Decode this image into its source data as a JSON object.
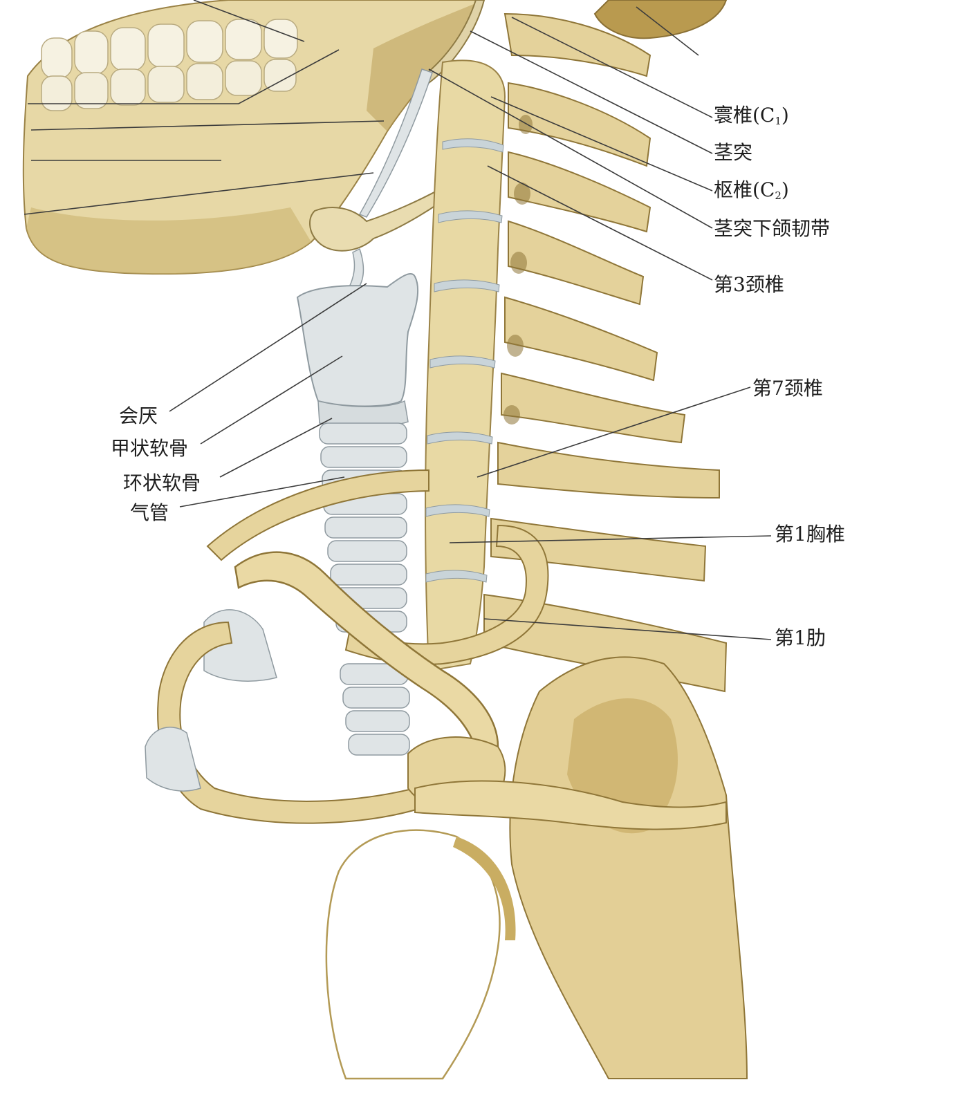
{
  "colors": {
    "bone": "#e7d8a6",
    "bone_light": "#f1e8c6",
    "bone_shadow": "#c9b16a",
    "bone_dark": "#8f7638",
    "cartilage": "#dfe4e6",
    "cartilage_shadow": "#b9c2c6",
    "disc": "#c9d4d9",
    "teeth": "#f6f2e2",
    "leader": "#3c3c3c"
  },
  "labels": {
    "atlas": "寰椎(C",
    "atlas_sub": "1",
    "atlas_close": ")",
    "styloid": "茎突",
    "axis": "枢椎(C",
    "axis_sub": "2",
    "axis_close": ")",
    "stylomandibular": "茎突下颌韧带",
    "c3": "第3颈椎",
    "c7": "第7颈椎",
    "t1": "第1胸椎",
    "rib1": "第1肋",
    "epiglottis": "会厌",
    "thyroid": "甲状软骨",
    "cricoid": "环状软骨",
    "trachea": "气管"
  }
}
